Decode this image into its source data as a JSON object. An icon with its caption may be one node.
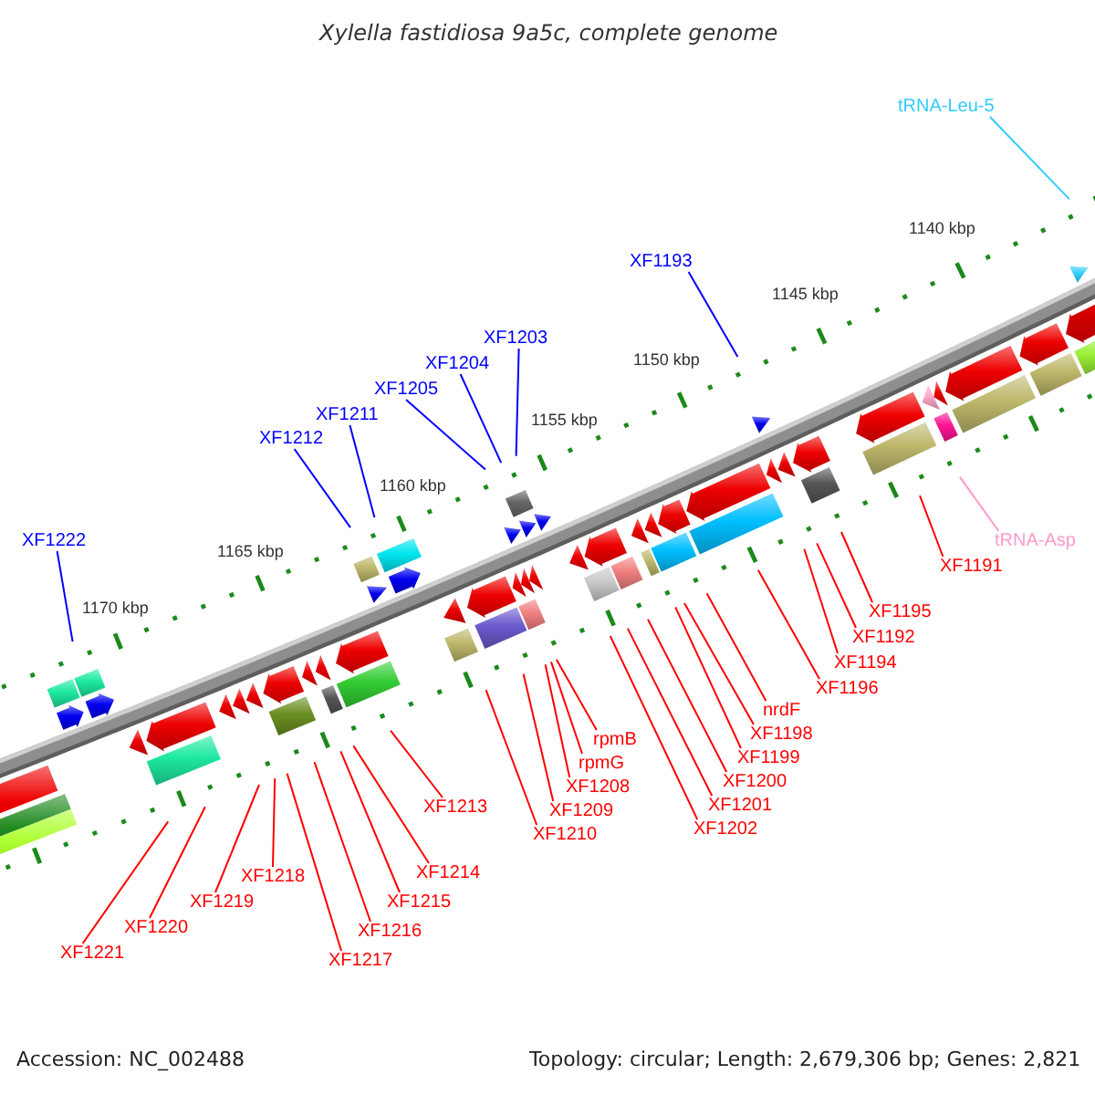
{
  "diagram": {
    "title": "Xylella fastidiosa 9a5c, complete genome",
    "nodes": [
      {
        "text": [
          "tRNA-Leu-5"
        ]
      },
      {
        "text": [
          "XF1193"
        ]
      },
      {
        "text": [
          "XF1203"
        ]
      },
      {
        "text": [
          "XF1204"
        ]
      },
      {
        "text": [
          "XF1205"
        ]
      },
      {
        "text": [
          "XF1211"
        ]
      },
      {
        "text": [
          "XF1212"
        ]
      },
      {
        "text": [
          "XF1222"
        ]
      },
      {
        "text": [
          "tRNA-Asp"
        ]
      },
      {
        "text": [
          "XF1191"
        ]
      },
      {
        "text": [
          "XF1195"
        ]
      },
      {
        "text": [
          "XF1192"
        ]
      },
      {
        "text": [
          "XF1194"
        ]
      },
      {
        "text": [
          "XF1196"
        ]
      },
      {
        "text": [
          "nrdF"
        ]
      },
      {
        "text": [
          "rpmB"
        ]
      },
      {
        "text": [
          "XF1198"
        ]
      },
      {
        "text": [
          "rpmG"
        ]
      },
      {
        "text": [
          "XF1199"
        ]
      },
      {
        "text": [
          "XF1208"
        ]
      },
      {
        "text": [
          "XF1200"
        ]
      },
      {
        "text": [
          "XF1213"
        ]
      },
      {
        "text": [
          "XF1209"
        ]
      },
      {
        "text": [
          "XF1201"
        ]
      },
      {
        "text": [
          "XF1210"
        ]
      },
      {
        "text": [
          "XF1202"
        ]
      },
      {
        "text": [
          "XF1218"
        ]
      },
      {
        "text": [
          "XF1214"
        ]
      },
      {
        "text": [
          "XF1219"
        ]
      },
      {
        "text": [
          "XF1215"
        ]
      },
      {
        "text": [
          "XF1220"
        ]
      },
      {
        "text": [
          "XF1216"
        ]
      },
      {
        "text": [
          "XF1221"
        ]
      },
      {
        "text": [
          "XF1217"
        ]
      }
    ],
    "edges": [
      {
        "from": 0,
        "to": null,
        "arrow": "none",
        "color": "#33ccff"
      },
      {
        "from": 1,
        "to": null,
        "arrow": "none",
        "color": "#0000ff"
      },
      {
        "from": 2,
        "to": null,
        "arrow": "none",
        "color": "#0000ff"
      },
      {
        "from": 3,
        "to": null,
        "arrow": "none",
        "color": "#0000ff"
      },
      {
        "from": 4,
        "to": null,
        "arrow": "none",
        "color": "#0000ff"
      },
      {
        "from": 5,
        "to": null,
        "arrow": "none",
        "color": "#0000ff"
      },
      {
        "from": 6,
        "to": null,
        "arrow": "none",
        "color": "#0000ff"
      },
      {
        "from": 7,
        "to": null,
        "arrow": "none",
        "color": "#0000ff"
      },
      {
        "from": 8,
        "to": null,
        "arrow": "none",
        "color": "#ff99cc"
      },
      {
        "from": 9,
        "to": null,
        "arrow": "none"
      },
      {
        "from": 10,
        "to": null,
        "arrow": "none"
      },
      {
        "from": 11,
        "to": null,
        "arrow": "none"
      },
      {
        "from": 12,
        "to": null,
        "arrow": "none"
      },
      {
        "from": 13,
        "to": null,
        "arrow": "none"
      },
      {
        "from": 14,
        "to": null,
        "arrow": "none"
      },
      {
        "from": 15,
        "to": null,
        "arrow": "none"
      },
      {
        "from": 16,
        "to": null,
        "arrow": "none"
      },
      {
        "from": 17,
        "to": null,
        "arrow": "none"
      },
      {
        "from": 18,
        "to": null,
        "arrow": "none"
      },
      {
        "from": 19,
        "to": null,
        "arrow": "none"
      },
      {
        "from": 20,
        "to": null,
        "arrow": "none"
      },
      {
        "from": 21,
        "to": null,
        "arrow": "none"
      },
      {
        "from": 22,
        "to": null,
        "arrow": "none"
      },
      {
        "from": 23,
        "to": null,
        "arrow": "none"
      },
      {
        "from": 24,
        "to": null,
        "arrow": "none"
      },
      {
        "from": 25,
        "to": null,
        "arrow": "none"
      },
      {
        "from": 26,
        "to": null,
        "arrow": "none"
      },
      {
        "from": 27,
        "to": null,
        "arrow": "none"
      },
      {
        "from": 28,
        "to": null,
        "arrow": "none"
      },
      {
        "from": 29,
        "to": null,
        "arrow": "none"
      },
      {
        "from": 30,
        "to": null,
        "arrow": "none"
      },
      {
        "from": 31,
        "to": null,
        "arrow": "none"
      },
      {
        "from": 32,
        "to": null,
        "arrow": "none"
      },
      {
        "from": 33,
        "to": null,
        "arrow": "none"
      }
    ],
    "labels": [
      "1140 kbp",
      "1145 kbp",
      "1150 kbp",
      "1155 kbp",
      "1160 kbp",
      "1165 kbp",
      "1170 kbp",
      "Accession: NC_002488",
      "Topology: circular; Length: 2,679,306 bp; Genes: 2,821"
    ]
  }
}
